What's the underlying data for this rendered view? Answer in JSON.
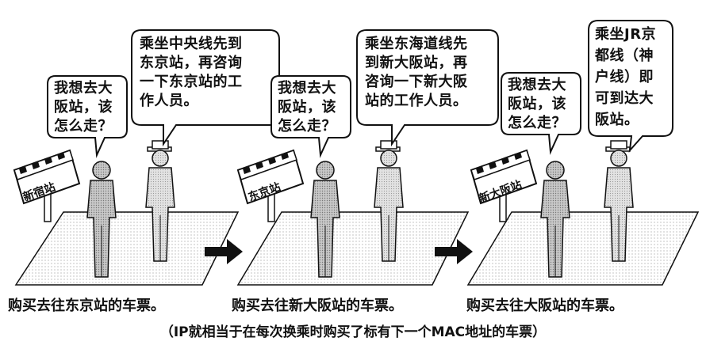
{
  "scenes": [
    {
      "sign": "新宿站",
      "traveler_question": [
        "我想去大",
        "阪站，该",
        "怎么走？"
      ],
      "staff_answer": [
        "乘坐中央线先到",
        "东京站，再咨询",
        "一下东京站的工",
        "作人员。"
      ],
      "ticket_caption": "购买去往东京站的车票。"
    },
    {
      "sign": "东京站",
      "traveler_question": [
        "我想去大",
        "阪站，该",
        "怎么走？"
      ],
      "staff_answer": [
        "乘坐东海道线先",
        "到新大阪站，再",
        "咨询一下新大阪",
        "站的工作人员。"
      ],
      "ticket_caption": "购买去往新大阪站的车票。"
    },
    {
      "sign": "新大阪站",
      "traveler_question": [
        "我想去大",
        "阪站，该",
        "怎么走？"
      ],
      "staff_answer": [
        "乘坐JR京",
        "都线（神",
        "户线）即",
        "可到达大",
        "阪站。"
      ],
      "ticket_caption": "购买去往大阪站的车票。"
    }
  ],
  "footnote": "（IP就相当于在每次换乘时购买了标有下一个MAC地址的车票）"
}
